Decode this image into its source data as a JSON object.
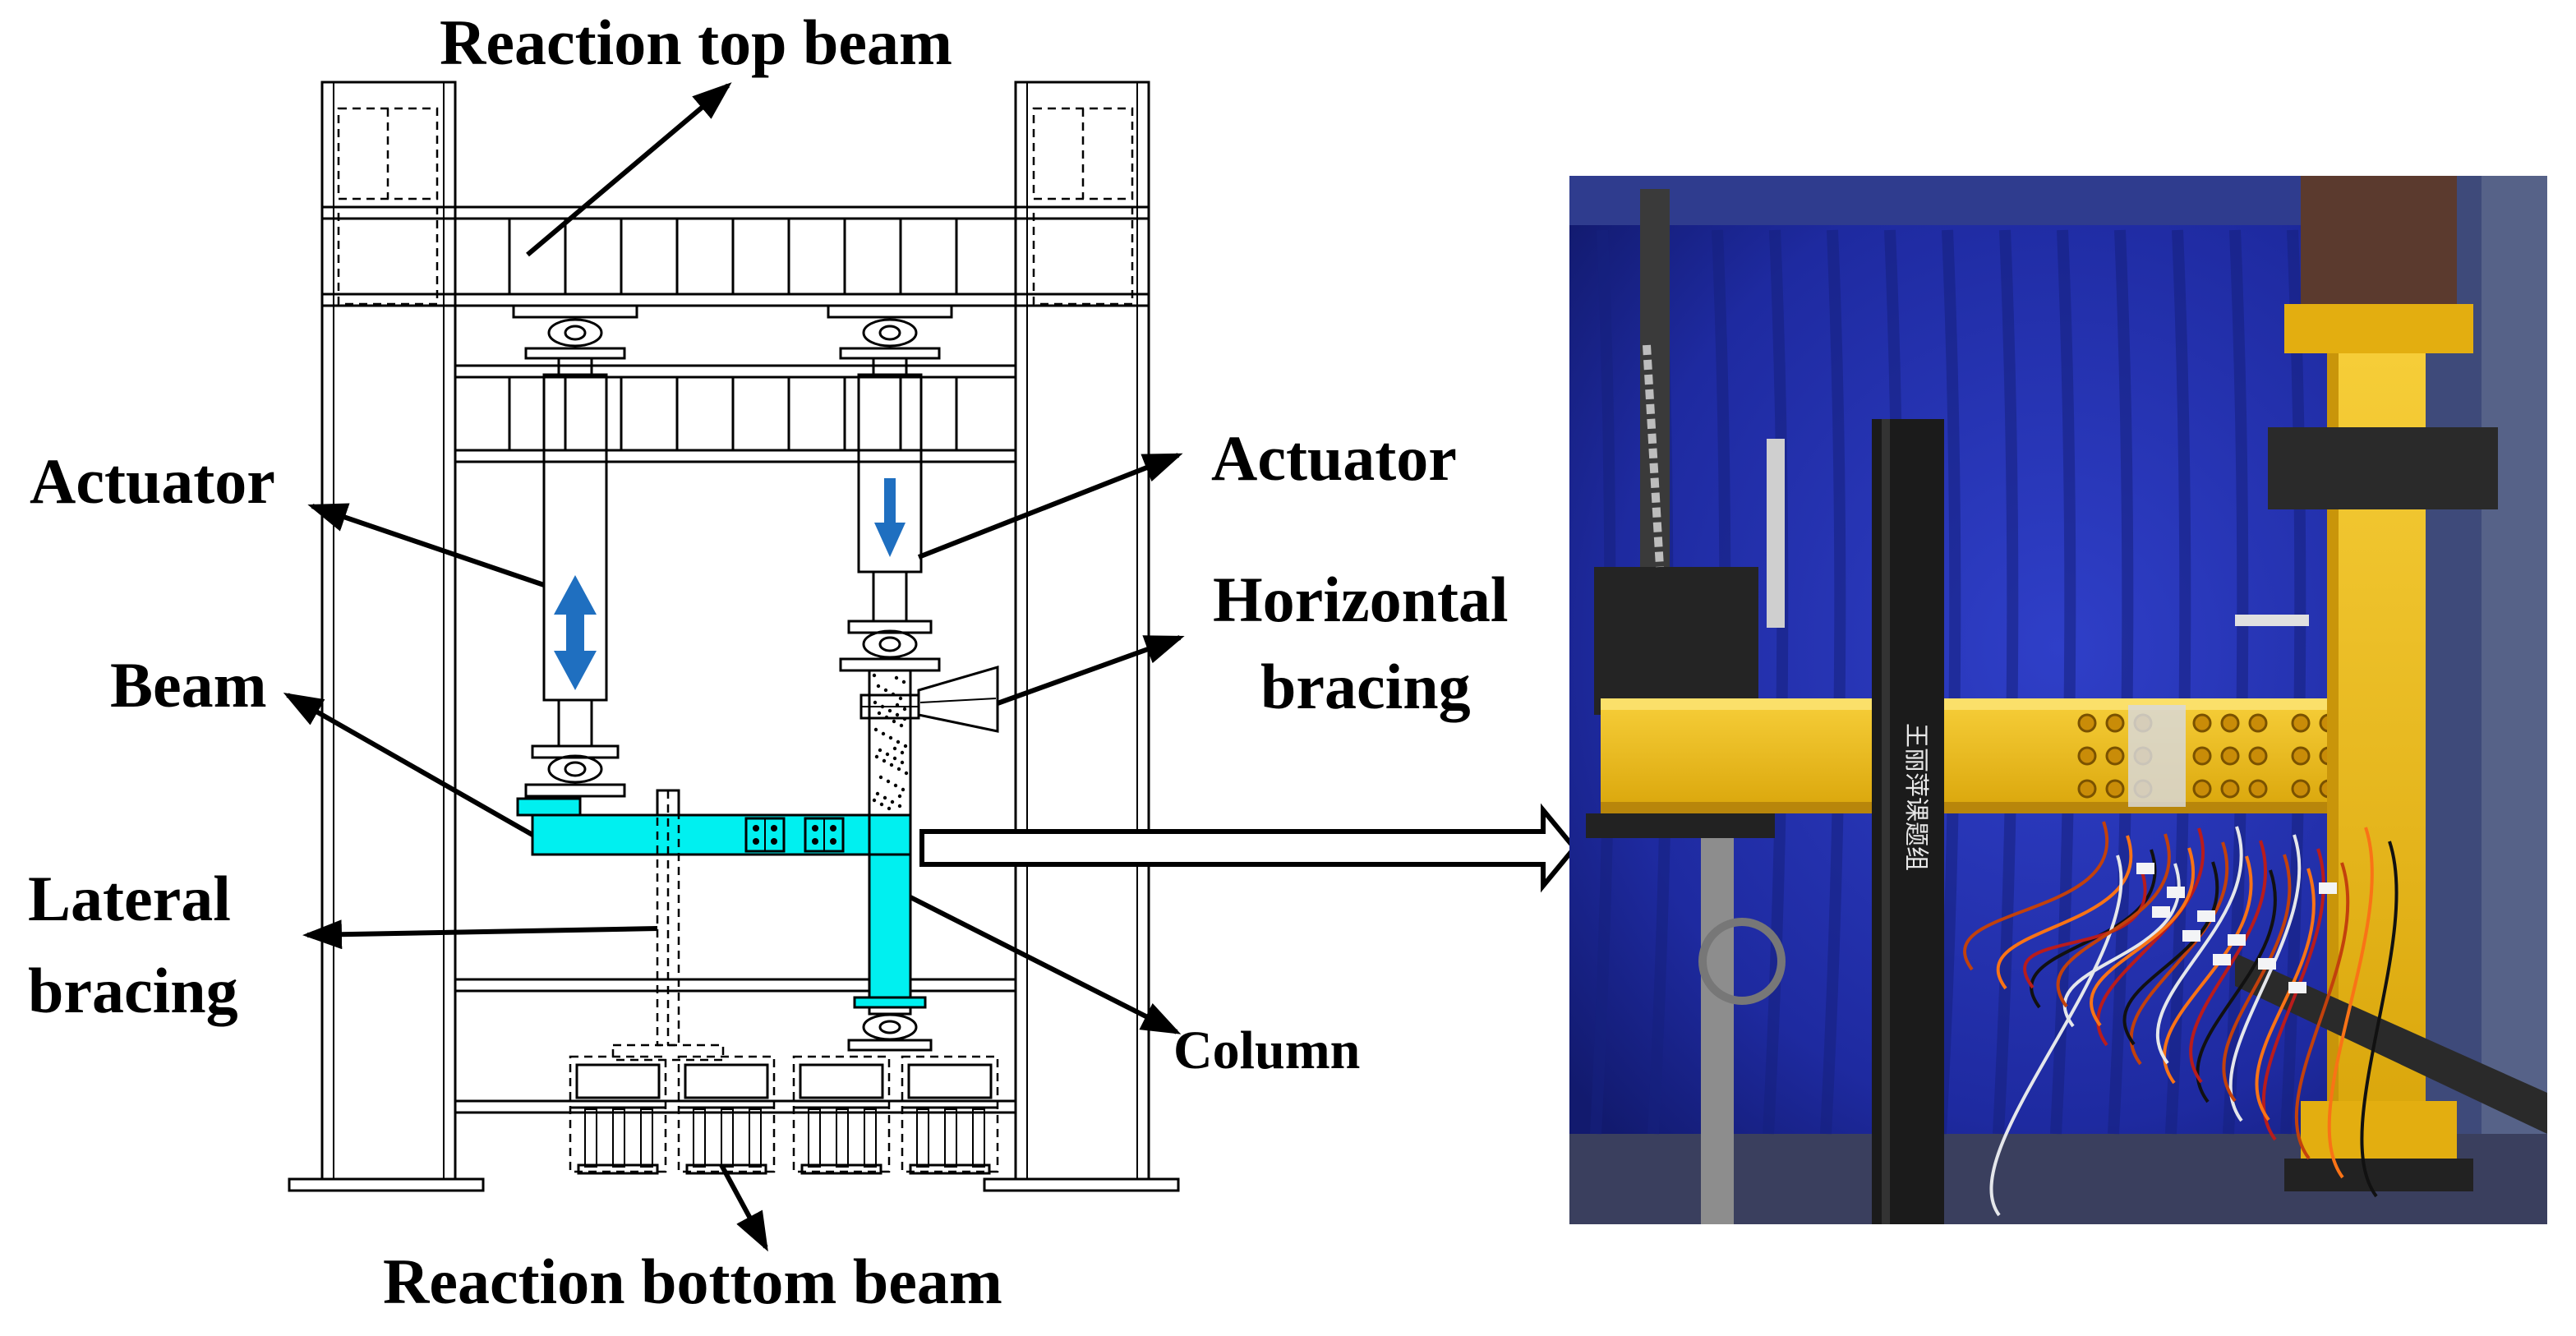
{
  "labels": {
    "reaction_top_beam": "Reaction top beam",
    "actuator_left": "Actuator",
    "actuator_right": "Actuator",
    "horizontal_bracing_line1": "Horizontal",
    "horizontal_bracing_line2": "bracing",
    "beam": "Beam",
    "lateral_bracing_line1": "Lateral",
    "lateral_bracing_line2": "bracing",
    "column": "Column",
    "reaction_bottom_beam": "Reaction bottom beam"
  },
  "photo": {
    "specimen_marking": "王丽萍课题组"
  },
  "colors": {
    "specimen_cyan": "#00f0f0",
    "load_arrow_blue": "#1f6fc0",
    "photo_curtain_blue": "#1e2aa0",
    "photo_steel_yellow": "#f2bd12",
    "photo_bracing_black": "#1b1b1b"
  }
}
